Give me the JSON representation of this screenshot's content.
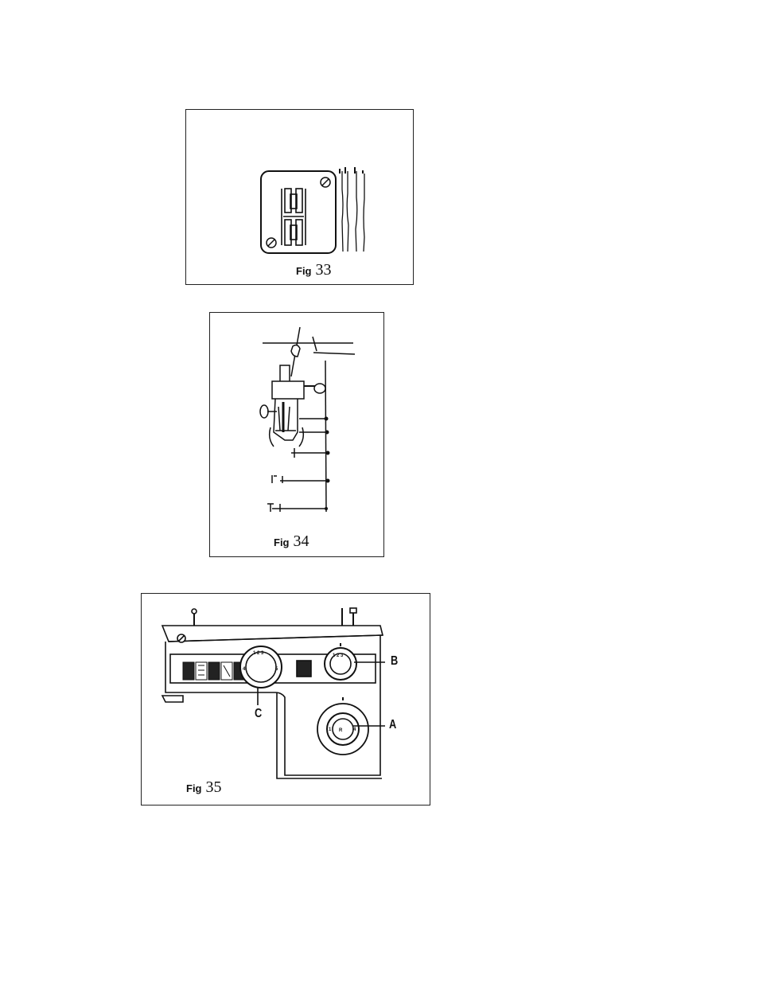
{
  "figures": [
    {
      "word": "Fig",
      "number": "33"
    },
    {
      "word": "Fig",
      "number": "34"
    },
    {
      "word": "Fig",
      "number": "35",
      "callouts": {
        "a": "A",
        "b": "B",
        "c": "C"
      }
    }
  ]
}
